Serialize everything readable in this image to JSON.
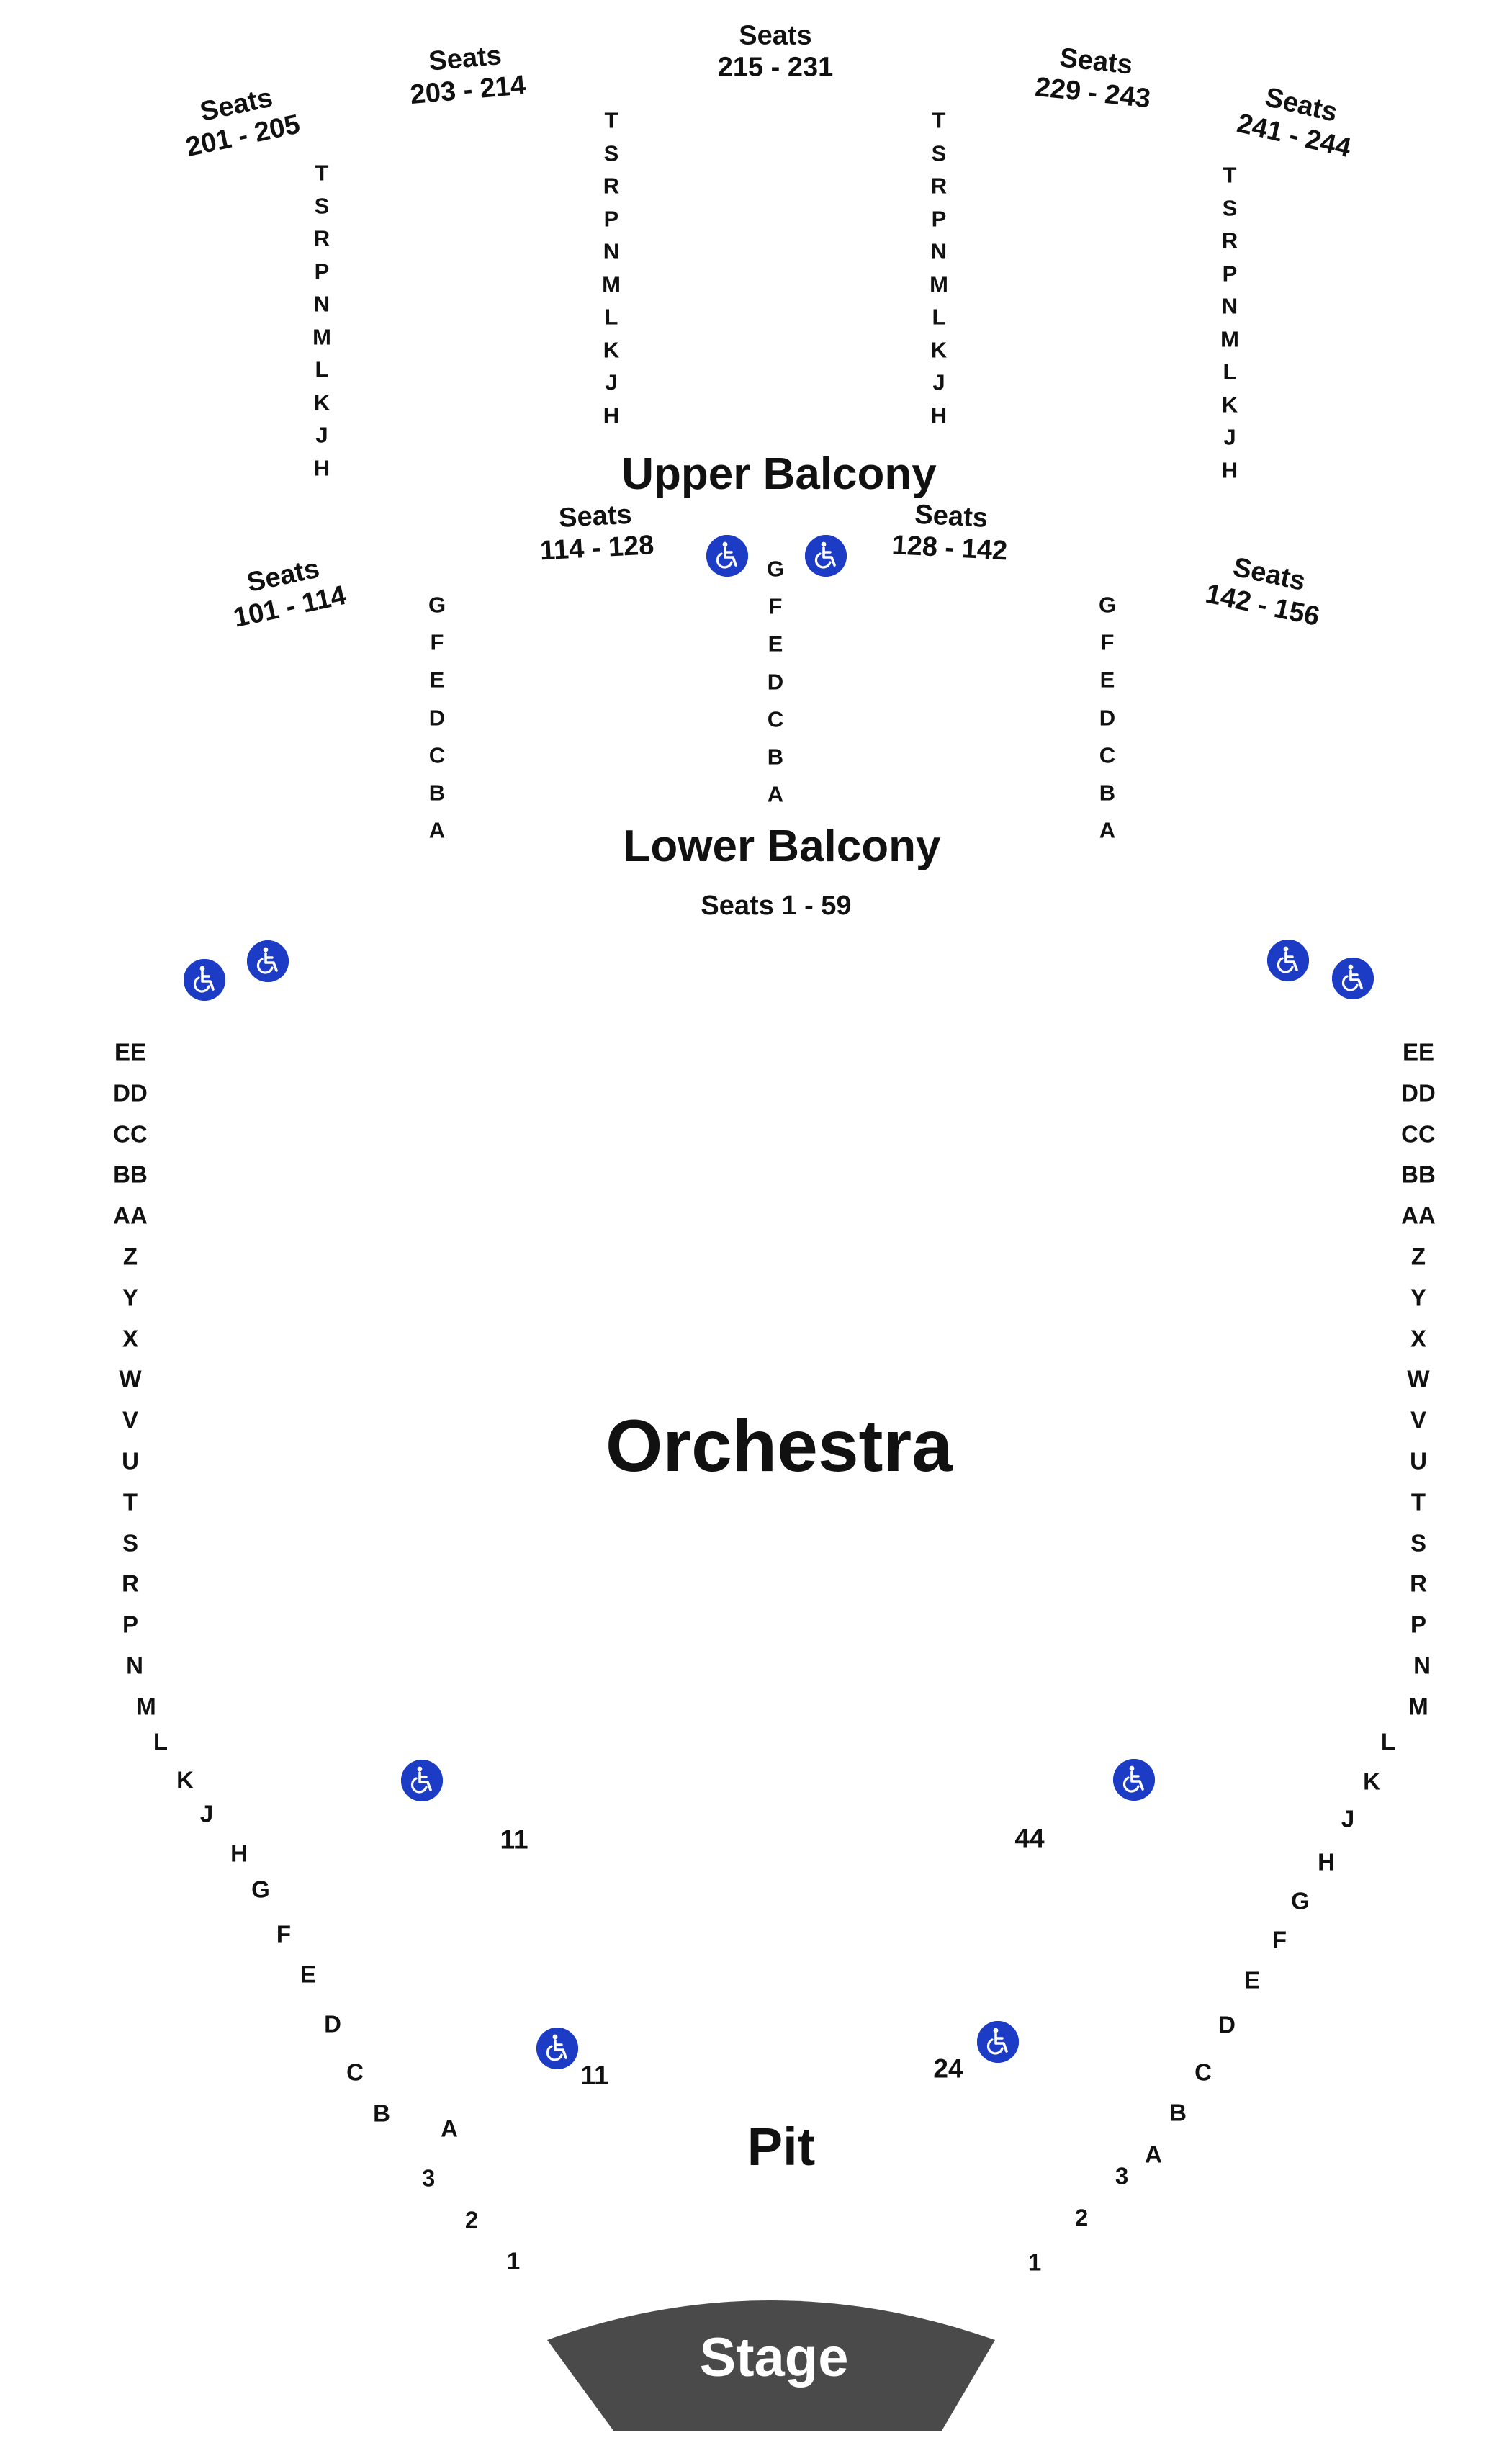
{
  "colors": {
    "accessible": "#1d3cc6",
    "stage": "#4a4a4a",
    "text": "#111111"
  },
  "icons": {
    "accessible": "wheelchair-icon"
  },
  "sections": {
    "upper_balcony": {
      "title": "Upper Balcony",
      "seat_blocks": [
        {
          "heading": "Seats",
          "range": "201 - 205"
        },
        {
          "heading": "Seats",
          "range": "203 - 214"
        },
        {
          "heading": "Seats",
          "range": "215 - 231"
        },
        {
          "heading": "Seats",
          "range": "229 - 243"
        },
        {
          "heading": "Seats",
          "range": "241 - 244"
        }
      ],
      "rows": [
        "T",
        "S",
        "R",
        "P",
        "N",
        "M",
        "L",
        "K",
        "J",
        "H"
      ]
    },
    "lower_balcony": {
      "title": "Lower Balcony",
      "seats_caption": "Seats 1 - 59",
      "seat_blocks": [
        {
          "heading": "Seats",
          "range": "101 - 114"
        },
        {
          "heading": "Seats",
          "range": "114 - 128"
        },
        {
          "heading": "Seats",
          "range": "128 - 142"
        },
        {
          "heading": "Seats",
          "range": "142 - 156"
        }
      ],
      "rows": [
        "G",
        "F",
        "E",
        "D",
        "C",
        "B",
        "A"
      ]
    },
    "orchestra": {
      "title": "Orchestra",
      "rows_upper": [
        "EE",
        "DD",
        "CC",
        "BB",
        "AA",
        "Z",
        "Y",
        "X",
        "W",
        "V",
        "U",
        "T",
        "S",
        "R",
        "P",
        "N",
        "M"
      ],
      "rows_curve": [
        "L",
        "K",
        "J",
        "H",
        "G",
        "F",
        "E",
        "D",
        "C",
        "B",
        "A"
      ],
      "seat_numbers": {
        "left_top": "11",
        "right_top": "44",
        "left_pit": "11",
        "right_pit": "24"
      }
    },
    "pit": {
      "title": "Pit",
      "rows": [
        "3",
        "2",
        "1"
      ]
    },
    "stage": {
      "title": "Stage"
    }
  }
}
